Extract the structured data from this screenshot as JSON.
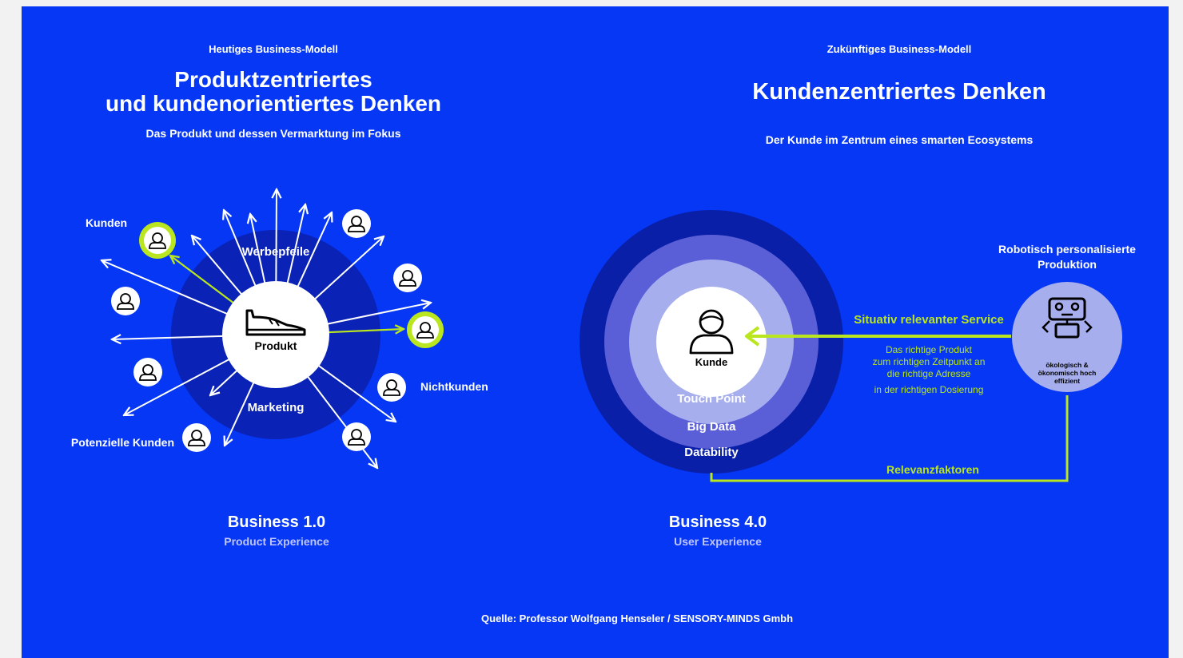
{
  "colors": {
    "background": "#0537f5",
    "page": "#f2f2f2",
    "accent": "#b9e61e",
    "ring_outer": "#0a1fa8",
    "ring_middle": "#5a5fd8",
    "ring_inner": "#a6aeee",
    "ring_product": "#0a22b5",
    "sub_muted": "#c0c6ff"
  },
  "left": {
    "kicker": "Heutiges Business-Modell",
    "title_line1": "Produktzentriertes",
    "title_line2": "und kundenorientiertes Denken",
    "subtitle": "Das Produkt und dessen Vermarktung im Fokus",
    "center_label": "Produkt",
    "center_icon": "sneaker-icon",
    "ring_top_label": "Werbepfeile",
    "ring_bottom_label": "Marketing",
    "label_kunden": "Kunden",
    "label_nichtkunden": "Nichtkunden",
    "label_potenzielle": "Potenzielle Kunden",
    "business": "Business 1.0",
    "experience": "Product Experience"
  },
  "right": {
    "kicker": "Zukünftiges Business-Modell",
    "title": "Kundenzentriertes Denken",
    "subtitle": "Der Kunde im Zentrum eines smarten Ecosystems",
    "center_label": "Kunde",
    "center_icon": "person-icon",
    "ring_touch": "Touch Point",
    "ring_bigdata": "Big Data",
    "ring_datability": "Datability",
    "robot_title_line1": "Robotisch personalisierte",
    "robot_title_line2": "Produktion",
    "robot_icon": "robot-icon",
    "robot_text_line1": "ökologisch &",
    "robot_text_line2": "ökonomisch hoch",
    "robot_text_line3": "effizient",
    "service_label": "Situativ relevanter Service",
    "service_desc_line1": "Das richtige Produkt",
    "service_desc_line2": "zum richtigen Zeitpunkt an",
    "service_desc_line3": "die richtige Adresse",
    "service_desc_line4": "in der richtigen Dosierung",
    "relevanz_label": "Relevanzfaktoren",
    "business": "Business 4.0",
    "experience": "User Experience"
  },
  "source": "Quelle: Professor Wolfgang Henseler / SENSORY-MINDS Gmbh"
}
